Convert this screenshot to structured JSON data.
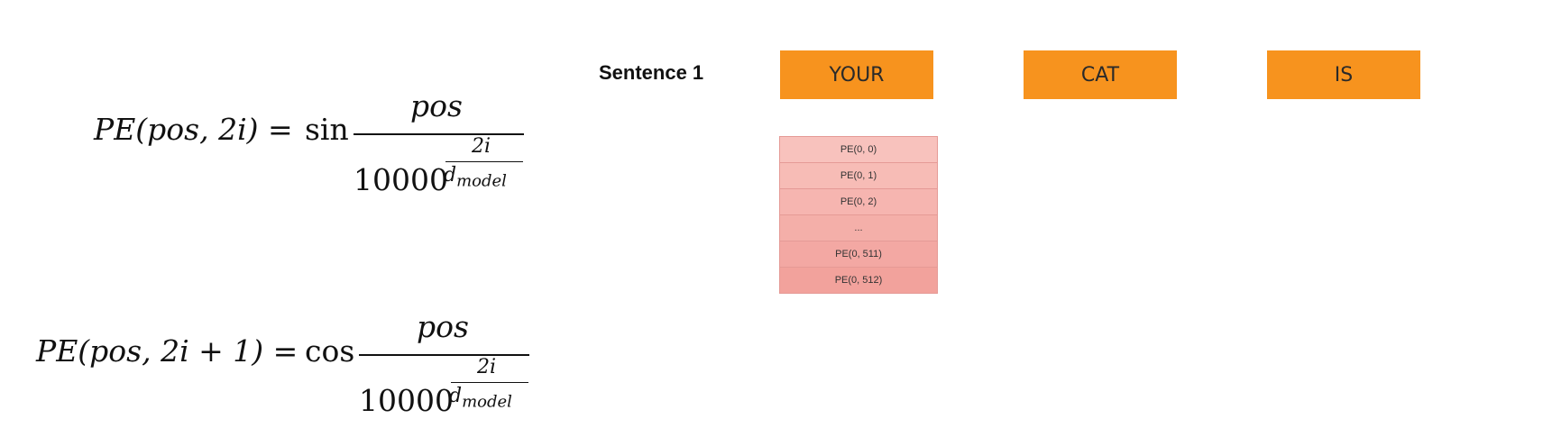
{
  "formulas": {
    "sin": {
      "lhs": "PE(pos, 2i) =",
      "fn": "sin",
      "numerator": "pos",
      "base": "10000",
      "exp_num": "2i",
      "exp_den": "d_model"
    },
    "cos": {
      "lhs": "PE(pos, 2i + 1) =",
      "fn": "cos",
      "numerator": "pos",
      "base": "10000",
      "exp_num": "2i",
      "exp_den": "d_model"
    }
  },
  "sentence": {
    "label": "Sentence 1",
    "tokens": [
      "YOUR",
      "CAT",
      "IS"
    ]
  },
  "embedding": {
    "cells": [
      "PE(0, 0)",
      "PE(0, 1)",
      "PE(0, 2)",
      "...",
      "PE(0, 511)",
      "PE(0, 512)"
    ]
  },
  "colors": {
    "token": "#f7931e",
    "pe_top": "#f8c2bd",
    "pe_bottom": "#f2a29c"
  }
}
